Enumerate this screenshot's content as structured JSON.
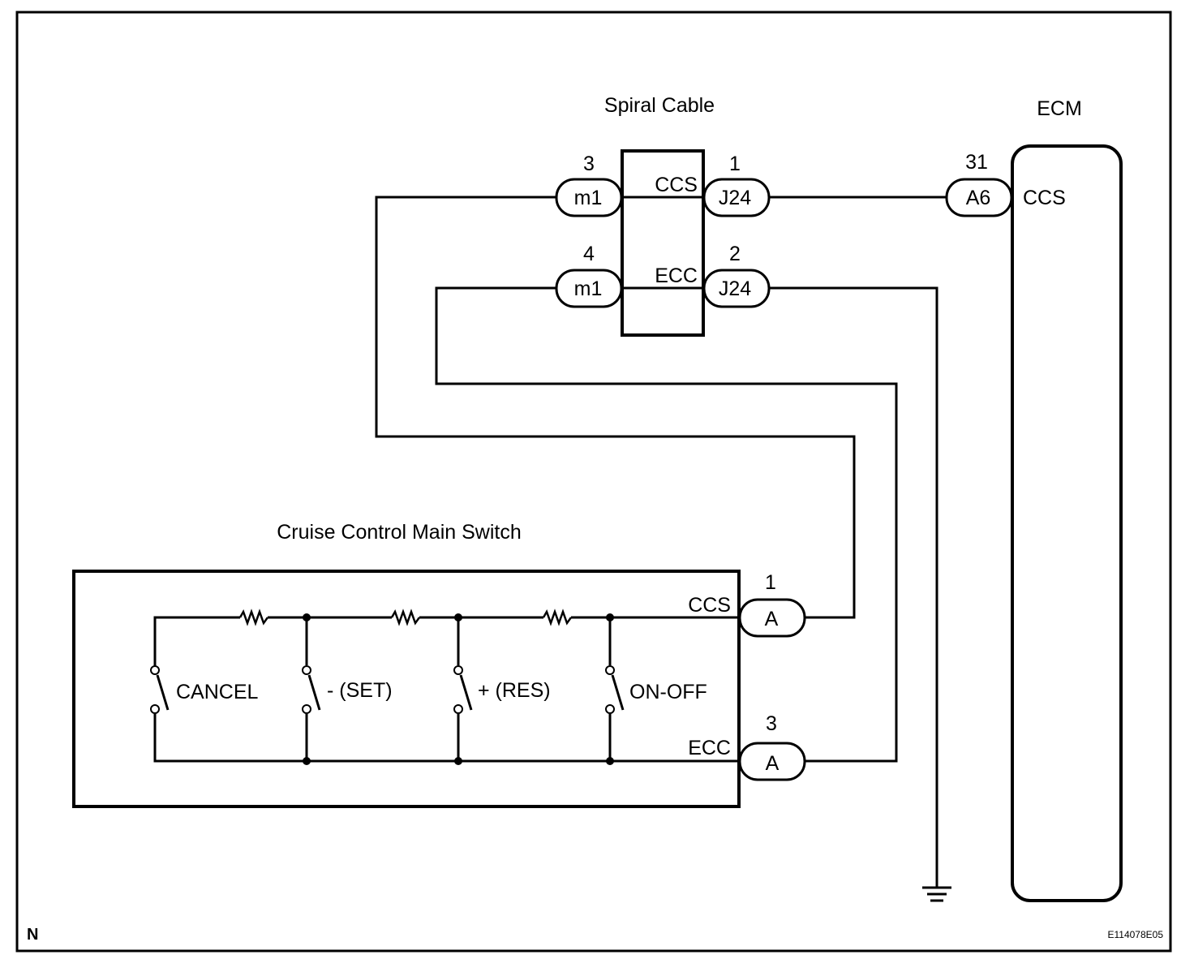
{
  "diagram": {
    "components": {
      "spiral_cable": {
        "title": "Spiral Cable",
        "pins": [
          {
            "side": "left",
            "connector": "m1",
            "number": "3",
            "signal": "CCS"
          },
          {
            "side": "left",
            "connector": "m1",
            "number": "4",
            "signal": "ECC"
          },
          {
            "side": "right",
            "connector": "J24",
            "number": "1"
          },
          {
            "side": "right",
            "connector": "J24",
            "number": "2"
          }
        ]
      },
      "ecm": {
        "title": "ECM",
        "pins": [
          {
            "connector": "A6",
            "number": "31",
            "signal": "CCS"
          }
        ]
      },
      "main_switch": {
        "title": "Cruise Control Main Switch",
        "switches": [
          "CANCEL",
          "- (SET)",
          "+ (RES)",
          "ON-OFF"
        ],
        "pins": [
          {
            "connector": "A",
            "number": "1",
            "signal": "CCS"
          },
          {
            "connector": "A",
            "number": "3",
            "signal": "ECC"
          }
        ]
      }
    },
    "footer": {
      "corner_mark": "N",
      "figure_id": "E114078E05"
    }
  }
}
